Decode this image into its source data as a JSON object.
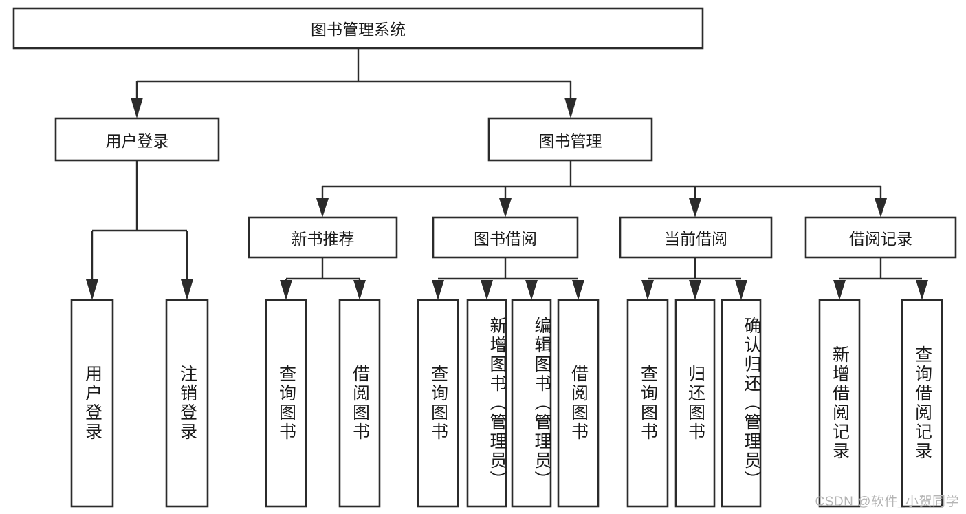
{
  "diagram": {
    "title": "图书管理系统",
    "type": "tree-hierarchy-diagram",
    "colors": {
      "stroke": "#2b2b2b",
      "fill": "#ffffff",
      "text": "#1a1a1a",
      "watermark": "#b4b4b4"
    },
    "root": {
      "label": "图书管理系统"
    },
    "level2": [
      {
        "label": "用户登录"
      },
      {
        "label": "图书管理"
      }
    ],
    "level3": [
      {
        "label": "新书推荐"
      },
      {
        "label": "图书借阅"
      },
      {
        "label": "当前借阅"
      },
      {
        "label": "借阅记录"
      }
    ],
    "leaves": {
      "user_login": [
        {
          "label": "用户登录"
        },
        {
          "label": "注销登录"
        }
      ],
      "new_book_recommend": [
        {
          "label": "查询图书"
        },
        {
          "label": "借阅图书"
        }
      ],
      "book_borrow": [
        {
          "label": "查询图书"
        },
        {
          "label": "新增图书（管理员）"
        },
        {
          "label": "编辑图书（管理员）"
        },
        {
          "label": "借阅图书"
        }
      ],
      "current_borrow": [
        {
          "label": "查询图书"
        },
        {
          "label": "归还图书"
        },
        {
          "label": "确认归还（管理员）"
        }
      ],
      "borrow_record": [
        {
          "label": "新增借阅记录"
        },
        {
          "label": "查询借阅记录"
        }
      ]
    }
  },
  "watermark": {
    "text": "CSDN @软件_小贺同学"
  }
}
